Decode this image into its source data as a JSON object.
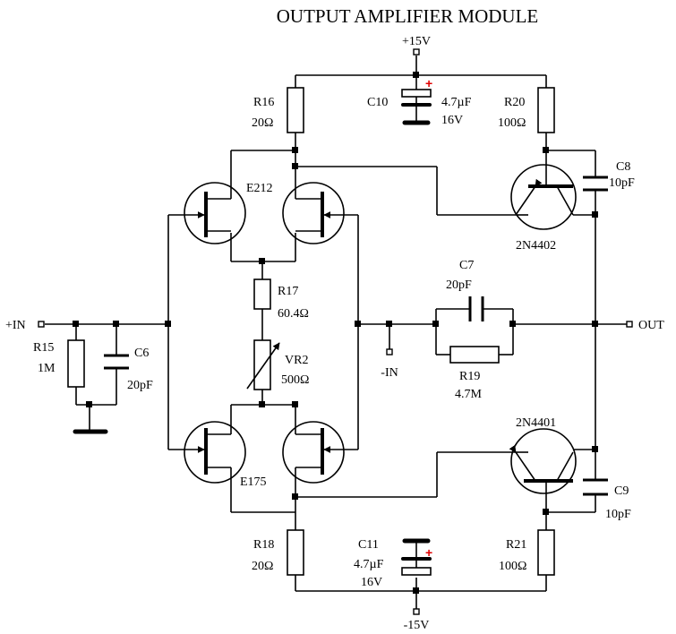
{
  "title": "OUTPUT AMPLIFIER MODULE",
  "rails": {
    "positive": "+15V",
    "negative": "-15V"
  },
  "ports": {
    "in_plus": "+IN",
    "in_minus": "-IN",
    "out": "OUT"
  },
  "polarity_mark": "+",
  "colors": {
    "ink": "#000000",
    "polarity": "#e00000",
    "background": "#ffffff"
  },
  "components": {
    "r15": {
      "ref": "R15",
      "value": "1M"
    },
    "c6": {
      "ref": "C6",
      "value": "20pF"
    },
    "r16": {
      "ref": "R16",
      "value": "20Ω"
    },
    "c10": {
      "ref": "C10",
      "value": "4.7µF",
      "voltage": "16V"
    },
    "r20": {
      "ref": "R20",
      "value": "100Ω"
    },
    "c8": {
      "ref": "C8",
      "value": "10pF"
    },
    "q_pnp": {
      "ref": "2N4402"
    },
    "jfet_top": {
      "ref": "E212"
    },
    "r17": {
      "ref": "R17",
      "value": "60.4Ω"
    },
    "vr2": {
      "ref": "VR2",
      "value": "500Ω"
    },
    "c7": {
      "ref": "C7",
      "value": "20pF"
    },
    "r19": {
      "ref": "R19",
      "value": "4.7M"
    },
    "jfet_bottom": {
      "ref": "E175"
    },
    "q_npn": {
      "ref": "2N4401"
    },
    "c9": {
      "ref": "C9",
      "value": "10pF"
    },
    "r18": {
      "ref": "R18",
      "value": "20Ω"
    },
    "c11": {
      "ref": "C11",
      "value": "4.7µF",
      "voltage": "16V"
    },
    "r21": {
      "ref": "R21",
      "value": "100Ω"
    }
  }
}
